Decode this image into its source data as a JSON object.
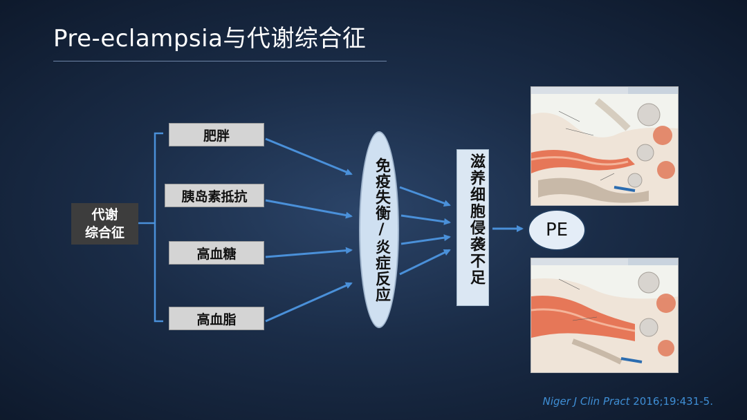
{
  "title": "Pre-eclampsia与代谢综合征",
  "metabolic_syndrome": {
    "line1": "代谢",
    "line2": "综合征"
  },
  "causes": [
    "肥胖",
    "胰岛素抵抗",
    "高血糖",
    "高血脂"
  ],
  "immune": "免疫失衡/炎症反应",
  "trophoblast": "滋养细胞侵袭不足",
  "outcome": "PE",
  "citation": {
    "journal": "Niger J Clin Pract",
    "details": " 2016;19:431-5."
  },
  "colors": {
    "arrow": "#4a90d9",
    "bracket": "#4a90d9"
  }
}
